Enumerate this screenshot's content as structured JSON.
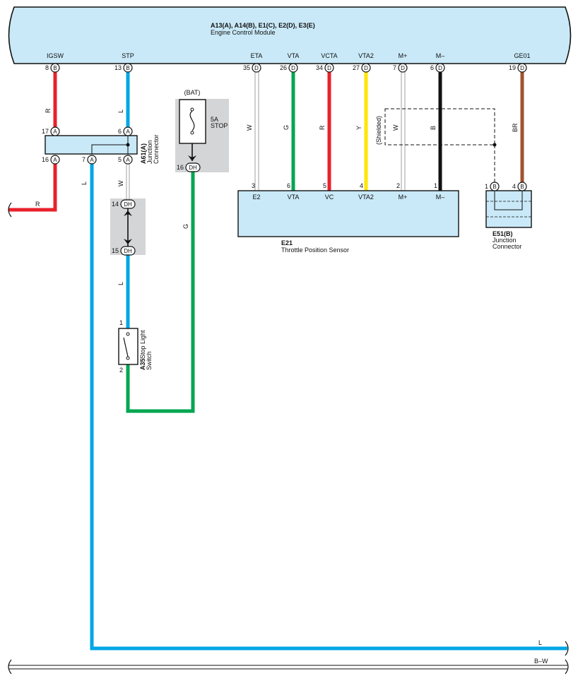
{
  "ecm": {
    "title": "A13(A), A14(B), E1(C), E2(D), E3(E)",
    "subtitle": "Engine Control Module",
    "terminals": [
      {
        "name": "IGSW",
        "pin": "8",
        "conn": "B"
      },
      {
        "name": "STP",
        "pin": "13",
        "conn": "B"
      },
      {
        "name": "ETA",
        "pin": "35",
        "conn": "D"
      },
      {
        "name": "VTA",
        "pin": "26",
        "conn": "D"
      },
      {
        "name": "VCTA",
        "pin": "34",
        "conn": "D"
      },
      {
        "name": "VTA2",
        "pin": "27",
        "conn": "D"
      },
      {
        "name": "M+",
        "pin": "7",
        "conn": "D"
      },
      {
        "name": "M–",
        "pin": "6",
        "conn": "D"
      },
      {
        "name": "GE01",
        "pin": "19",
        "conn": "D"
      }
    ]
  },
  "wire_colors": {
    "red": "#e8212b",
    "blue": "#00a6e6",
    "green": "#00a651",
    "yellow": "#ffe600",
    "black": "#111111",
    "brown": "#a0522d",
    "connector_fill": "#c9e9f8",
    "shade": "#d4d5d7"
  },
  "wire_labels": {
    "igsw": "R",
    "stp": "L",
    "eta": "W",
    "vta": "G",
    "vcta": "R",
    "vta2": "Y",
    "mplus": "W",
    "mminus": "B",
    "ge01": "BR",
    "red_left": "R",
    "blue_down": "L",
    "white_mid": "W",
    "blue_mid": "L",
    "green_fuse": "G",
    "bottom_l": "L",
    "bottom_bw": "B–W"
  },
  "shielded": "(Shielded)",
  "junction_a61": {
    "id": "A61(A)",
    "name_line1": "Junction",
    "name_line2": "Connector",
    "pins": [
      {
        "pin": "17",
        "conn": "A"
      },
      {
        "pin": "6",
        "conn": "A"
      },
      {
        "pin": "16",
        "conn": "A"
      },
      {
        "pin": "7",
        "conn": "A"
      },
      {
        "pin": "5",
        "conn": "A"
      }
    ]
  },
  "dh_connector": {
    "pins": [
      {
        "pin": "14",
        "conn": "DH"
      },
      {
        "pin": "15",
        "conn": "DH"
      },
      {
        "pin": "16",
        "conn": "DH"
      }
    ]
  },
  "fuse": {
    "source": "(BAT)",
    "rating": "5A",
    "name": "STOP"
  },
  "stop_switch": {
    "id": "A35",
    "name_line1": "Stop Light",
    "name_line2": "Switch",
    "pin_top": "1",
    "pin_bottom": "2"
  },
  "throttle_sensor": {
    "id": "E21",
    "name": "Throttle Position Sensor",
    "pins": [
      {
        "pin": "3",
        "name": "E2"
      },
      {
        "pin": "6",
        "name": "VTA"
      },
      {
        "pin": "5",
        "name": "VC"
      },
      {
        "pin": "4",
        "name": "VTA2"
      },
      {
        "pin": "2",
        "name": "M+"
      },
      {
        "pin": "1",
        "name": "M–"
      }
    ]
  },
  "junction_e51": {
    "id": "E51(B)",
    "name_line1": "Junction",
    "name_line2": "Connector",
    "pins": [
      {
        "pin": "1",
        "conn": "B"
      },
      {
        "pin": "4",
        "conn": "B"
      }
    ]
  }
}
